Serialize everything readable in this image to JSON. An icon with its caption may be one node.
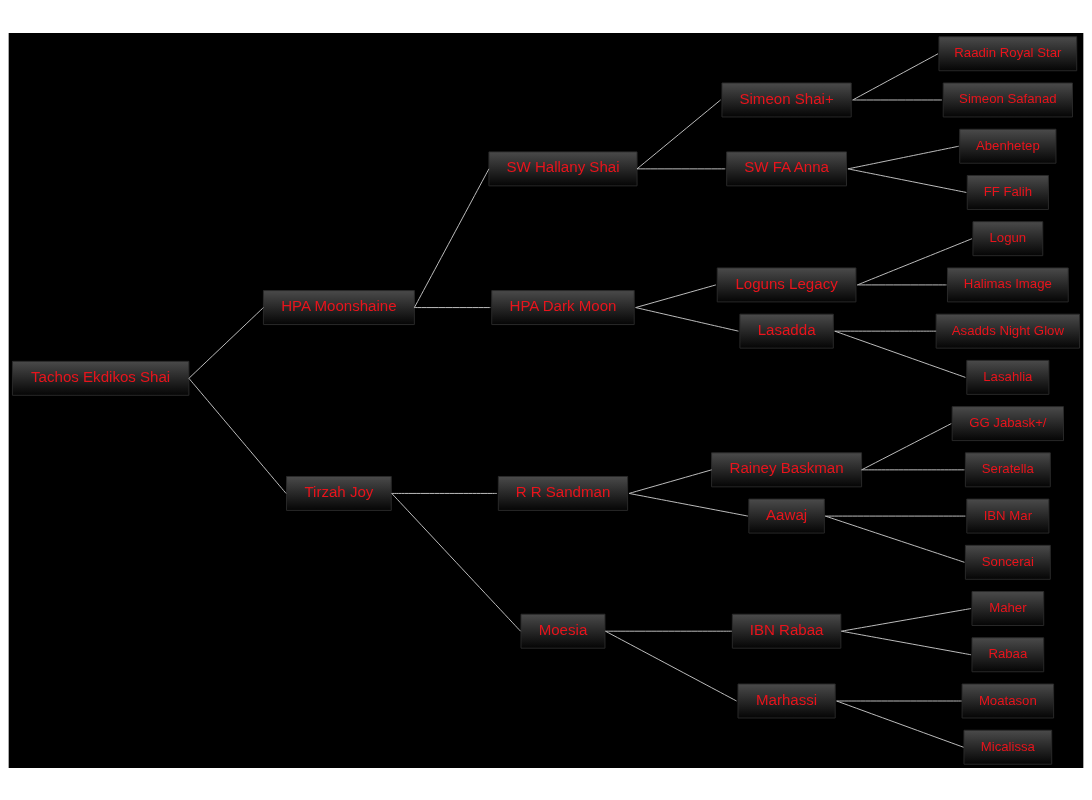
{
  "diagram": {
    "nodes": [
      {
        "text": [
          "Tachos Ekdikos Shai"
        ]
      },
      {
        "text": [
          "HPA Moonshaine"
        ]
      },
      {
        "text": [
          "Tirzah Joy"
        ]
      },
      {
        "text": [
          "SW Hallany Shai"
        ]
      },
      {
        "text": [
          "HPA Dark Moon"
        ]
      },
      {
        "text": [
          "R R Sandman"
        ]
      },
      {
        "text": [
          "Moesia"
        ]
      },
      {
        "text": [
          "Simeon Shai+"
        ]
      },
      {
        "text": [
          "SW FA Anna"
        ]
      },
      {
        "text": [
          "Loguns Legacy"
        ]
      },
      {
        "text": [
          "Lasadda"
        ]
      },
      {
        "text": [
          "Rainey Baskman"
        ]
      },
      {
        "text": [
          "Aawaj"
        ]
      },
      {
        "text": [
          "IBN Rabaa"
        ]
      },
      {
        "text": [
          "Marhassi"
        ]
      },
      {
        "text": [
          "Raadin Royal Star"
        ]
      },
      {
        "text": [
          "Simeon Safanad"
        ]
      },
      {
        "text": [
          "Abenhetep"
        ]
      },
      {
        "text": [
          "FF Falih"
        ]
      },
      {
        "text": [
          "Logun"
        ]
      },
      {
        "text": [
          "Halimas Image"
        ]
      },
      {
        "text": [
          "Asadds Night Glow"
        ]
      },
      {
        "text": [
          "Lasahlia"
        ]
      },
      {
        "text": [
          "GG Jabask+/"
        ]
      },
      {
        "text": [
          "Seratella"
        ]
      },
      {
        "text": [
          "IBN Mar"
        ]
      },
      {
        "text": [
          "Soncerai"
        ]
      },
      {
        "text": [
          "Maher"
        ]
      },
      {
        "text": [
          "Rabaa"
        ]
      },
      {
        "text": [
          "Moatason"
        ]
      },
      {
        "text": [
          "Micalissa"
        ]
      }
    ],
    "edges": [
      {
        "from": 0,
        "to": 1,
        "arrow": "none"
      },
      {
        "from": 0,
        "to": 2,
        "arrow": "none"
      },
      {
        "from": 1,
        "to": 3,
        "arrow": "none"
      },
      {
        "from": 1,
        "to": 4,
        "arrow": "none"
      },
      {
        "from": 2,
        "to": 5,
        "arrow": "none"
      },
      {
        "from": 2,
        "to": 6,
        "arrow": "none"
      },
      {
        "from": 3,
        "to": 7,
        "arrow": "none"
      },
      {
        "from": 3,
        "to": 8,
        "arrow": "none"
      },
      {
        "from": 4,
        "to": 9,
        "arrow": "none"
      },
      {
        "from": 4,
        "to": 10,
        "arrow": "none"
      },
      {
        "from": 5,
        "to": 11,
        "arrow": "none"
      },
      {
        "from": 5,
        "to": 12,
        "arrow": "none"
      },
      {
        "from": 6,
        "to": 13,
        "arrow": "none"
      },
      {
        "from": 6,
        "to": 14,
        "arrow": "none"
      },
      {
        "from": 7,
        "to": 15,
        "arrow": "none"
      },
      {
        "from": 7,
        "to": 16,
        "arrow": "none"
      },
      {
        "from": 8,
        "to": 17,
        "arrow": "none"
      },
      {
        "from": 8,
        "to": 18,
        "arrow": "none"
      },
      {
        "from": 9,
        "to": 19,
        "arrow": "none"
      },
      {
        "from": 9,
        "to": 20,
        "arrow": "none"
      },
      {
        "from": 10,
        "to": 21,
        "arrow": "none"
      },
      {
        "from": 10,
        "to": 22,
        "arrow": "none"
      },
      {
        "from": 11,
        "to": 23,
        "arrow": "none"
      },
      {
        "from": 11,
        "to": 24,
        "arrow": "none"
      },
      {
        "from": 12,
        "to": 25,
        "arrow": "none"
      },
      {
        "from": 12,
        "to": 26,
        "arrow": "none"
      },
      {
        "from": 13,
        "to": 27,
        "arrow": "none"
      },
      {
        "from": 13,
        "to": 28,
        "arrow": "none"
      },
      {
        "from": 14,
        "to": 29,
        "arrow": "none"
      },
      {
        "from": 14,
        "to": 30,
        "arrow": "none"
      }
    ]
  }
}
